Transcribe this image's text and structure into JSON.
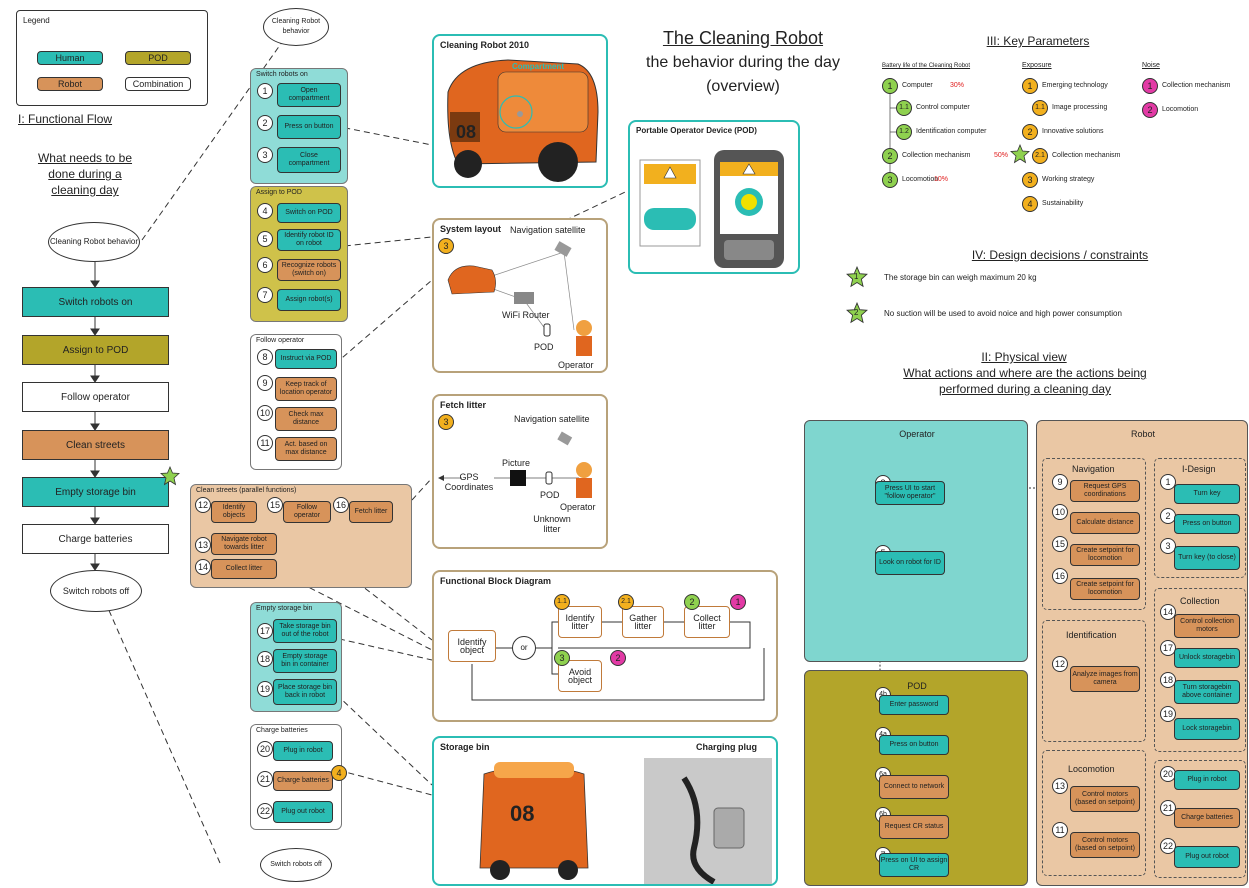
{
  "legend": {
    "title": "Legend",
    "human": "Human",
    "pod": "POD",
    "robot": "Robot",
    "combination": "Combination"
  },
  "functional_flow": {
    "title": "I: Functional Flow",
    "subtitle": "What needs to be done during a cleaning day",
    "start": "Cleaning Robot behavior",
    "steps": [
      "Switch robots on",
      "Assign to POD",
      "Follow operator",
      "Clean streets",
      "Empty storage bin",
      "Charge batteries"
    ],
    "end": "Switch robots off"
  },
  "top_ellipse": "Cleaning Robot behavior",
  "bottom_ellipse": "Switch robots off",
  "groups": {
    "switch_on": {
      "title": "Switch robots on",
      "steps": [
        {
          "n": "1",
          "t": "Open compartment"
        },
        {
          "n": "2",
          "t": "Press on button"
        },
        {
          "n": "3",
          "t": "Close compartment"
        }
      ]
    },
    "assign_pod": {
      "title": "Assign to POD",
      "steps": [
        {
          "n": "4",
          "t": "Switch on POD"
        },
        {
          "n": "5",
          "t": "Identify robot ID on robot"
        },
        {
          "n": "6",
          "t": "Recognize robots (switch on)"
        },
        {
          "n": "7",
          "t": "Assign robot(s)"
        }
      ]
    },
    "follow": {
      "title": "Follow operator",
      "steps": [
        {
          "n": "8",
          "t": "Instruct via POD"
        },
        {
          "n": "9",
          "t": "Keep track of location operator"
        },
        {
          "n": "10",
          "t": "Check max distance"
        },
        {
          "n": "11",
          "t": "Act. based on max distance"
        }
      ]
    },
    "clean": {
      "title": "Clean streets (parallel functions)",
      "steps": [
        {
          "n": "12",
          "t": "Identify objects"
        },
        {
          "n": "15",
          "t": "Follow operator"
        },
        {
          "n": "16",
          "t": "Fetch litter"
        },
        {
          "n": "13",
          "t": "Navigate robot towards litter"
        },
        {
          "n": "14",
          "t": "Collect litter"
        }
      ]
    },
    "empty": {
      "title": "Empty storage bin",
      "steps": [
        {
          "n": "17",
          "t": "Take storage bin out of the robot"
        },
        {
          "n": "18",
          "t": "Empty storage bin in container"
        },
        {
          "n": "19",
          "t": "Place storage bin back in robot"
        }
      ]
    },
    "charge": {
      "title": "Charge batteries",
      "steps": [
        {
          "n": "20",
          "t": "Plug in robot"
        },
        {
          "n": "21",
          "t": "Charge batteries"
        },
        {
          "n": "22",
          "t": "Plug out robot"
        }
      ],
      "badge": "4"
    }
  },
  "panels": {
    "robot": {
      "title": "Cleaning Robot 2010",
      "compartment": "Compartment",
      "plate": "08"
    },
    "pod": {
      "title": "Portable Operator Device (POD)"
    },
    "system": {
      "title": "System layout",
      "badge": "3",
      "satellite": "Navigation satellite",
      "router": "WiFi Router",
      "pod": "POD",
      "operator": "Operator"
    },
    "fetch": {
      "title": "Fetch litter",
      "badge": "3",
      "satellite": "Navigation satellite",
      "gps": "GPS Coordinates",
      "picture": "Picture",
      "pod": "POD",
      "unknown": "Unknown litter",
      "operator": "Operator"
    },
    "fbd": {
      "title": "Functional Block Diagram",
      "identify_object": "Identify object",
      "or": "or",
      "identify_litter": "Identify litter",
      "gather_litter": "Gather litter",
      "collect_litter": "Collect litter",
      "avoid_object": "Avoid object",
      "b11": "1.1",
      "b21": "2.1",
      "b2": "2",
      "b1": "1",
      "b3": "3",
      "bp2": "2"
    },
    "storage": {
      "title": "Storage bin",
      "charging": "Charging plug",
      "plate": "08"
    }
  },
  "main_title": {
    "line1": "The Cleaning Robot",
    "line2": "the behavior during the day",
    "line3": "(overview)"
  },
  "key_params": {
    "title": "III: Key Parameters",
    "battery": {
      "heading": "Battery life of the Cleaning Robot",
      "items": [
        {
          "n": "1",
          "t": "Computer",
          "p": "30%"
        },
        {
          "n": "1.1",
          "t": "Control computer",
          "p": ""
        },
        {
          "n": "1.2",
          "t": "Identification computer",
          "p": ""
        },
        {
          "n": "2",
          "t": "Collection mechanism",
          "p": "50%"
        },
        {
          "n": "3",
          "t": "Locomotion",
          "p": "10%"
        }
      ]
    },
    "exposure": {
      "heading": "Exposure",
      "items": [
        {
          "n": "1",
          "t": "Emerging technology"
        },
        {
          "n": "1.1",
          "t": "Image processing"
        },
        {
          "n": "2",
          "t": "Innovative solutions"
        },
        {
          "n": "2.1",
          "t": "Collection mechanism"
        },
        {
          "n": "3",
          "t": "Working strategy"
        },
        {
          "n": "4",
          "t": "Sustainability"
        }
      ]
    },
    "noise": {
      "heading": "Noise",
      "items": [
        {
          "n": "1",
          "t": "Collection mechanism"
        },
        {
          "n": "2",
          "t": "Locomotion"
        }
      ]
    }
  },
  "design": {
    "title": "IV: Design decisions / constraints",
    "items": [
      {
        "n": "1",
        "t": "The storage bin can weigh maximum 20 kg"
      },
      {
        "n": "2",
        "t": "No suction will be used to avoid noice and high power consumption"
      }
    ]
  },
  "physical": {
    "title1": "II: Physical view",
    "title2": "What actions and where are the actions being",
    "title3": "performed during a cleaning day",
    "operator": {
      "title": "Operator",
      "steps": [
        {
          "n": "8",
          "t": "Press UI to start \"follow operator\""
        },
        {
          "n": "5",
          "t": "Look on robot for ID"
        }
      ]
    },
    "pod": {
      "title": "POD",
      "steps": [
        {
          "n": "4b",
          "t": "Enter password"
        },
        {
          "n": "4a",
          "t": "Press on button"
        },
        {
          "n": "6a",
          "t": "Connect to network"
        },
        {
          "n": "6b",
          "t": "Request CR status"
        },
        {
          "n": "7",
          "t": "Press on UI to assign CR"
        }
      ]
    },
    "robot": {
      "title": "Robot",
      "navigation": {
        "title": "Navigation",
        "steps": [
          {
            "n": "9",
            "t": "Request GPS coordinations"
          },
          {
            "n": "10",
            "t": "Calculate distance"
          },
          {
            "n": "15",
            "t": "Create setpoint for locomotion"
          },
          {
            "n": "16",
            "t": "Create setpoint for locomotion"
          }
        ]
      },
      "idesign": {
        "title": "I-Design",
        "steps": [
          {
            "n": "1",
            "t": "Turn key"
          },
          {
            "n": "2",
            "t": "Press on button"
          },
          {
            "n": "3",
            "t": "Turn key (to close)"
          }
        ]
      },
      "identification": {
        "title": "Identification",
        "steps": [
          {
            "n": "12",
            "t": "Analyze images from camera"
          }
        ]
      },
      "collection": {
        "title": "Collection",
        "steps": [
          {
            "n": "14",
            "t": "Control collection motors"
          },
          {
            "n": "17",
            "t": "Unlock storagebin"
          },
          {
            "n": "18",
            "t": "Turn storagebin above container"
          },
          {
            "n": "19",
            "t": "Lock storagebin"
          }
        ]
      },
      "locomotion": {
        "title": "Locomotion",
        "steps": [
          {
            "n": "13",
            "t": "Control motors (based on setpoint)"
          },
          {
            "n": "11",
            "t": "Control motors (based on setpoint)"
          }
        ]
      },
      "charge": {
        "steps": [
          {
            "n": "20",
            "t": "Plug in robot"
          },
          {
            "n": "21",
            "t": "Charge batteries"
          },
          {
            "n": "22",
            "t": "Plug out robot"
          }
        ]
      }
    }
  }
}
